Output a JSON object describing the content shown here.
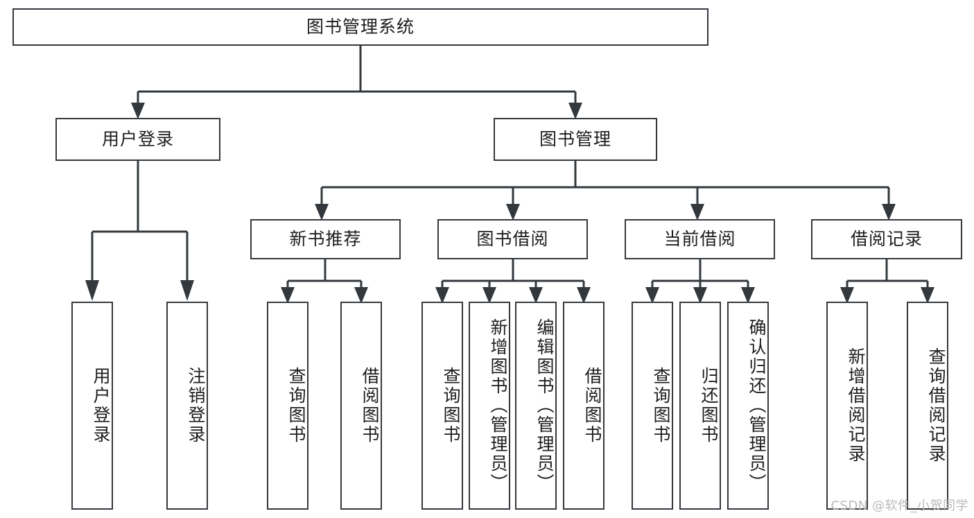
{
  "diagram": {
    "title": "图书管理系统",
    "watermark": "CSDN @软件_小贺同学",
    "accent_color": "#33383d",
    "background_color": "#ffffff",
    "text_color": "#1d1d1d",
    "root": {
      "id": "root",
      "label": "图书管理系统"
    },
    "level2": [
      {
        "id": "user-login",
        "label": "用户登录"
      },
      {
        "id": "book-manage",
        "label": "图书管理"
      }
    ],
    "level3": [
      {
        "id": "new-book-rec",
        "label": "新书推荐"
      },
      {
        "id": "book-borrow",
        "label": "图书借阅"
      },
      {
        "id": "current-borrow",
        "label": "当前借阅"
      },
      {
        "id": "borrow-record",
        "label": "借阅记录"
      }
    ],
    "leaves": {
      "user_login": [
        {
          "id": "leaf-user-login",
          "label": "用户登录"
        },
        {
          "id": "leaf-user-logout",
          "label": "注销登录"
        }
      ],
      "new_book_rec": [
        {
          "id": "leaf-query-book-1",
          "label": "查询图书"
        },
        {
          "id": "leaf-borrow-book-1",
          "label": "借阅图书"
        }
      ],
      "book_borrow": [
        {
          "id": "leaf-query-book-2",
          "label": "查询图书"
        },
        {
          "id": "leaf-add-book",
          "label": "新增图书（管理员）"
        },
        {
          "id": "leaf-edit-book",
          "label": "编辑图书（管理员）"
        },
        {
          "id": "leaf-borrow-book-2",
          "label": "借阅图书"
        }
      ],
      "current_borrow": [
        {
          "id": "leaf-query-book-3",
          "label": "查询图书"
        },
        {
          "id": "leaf-return-book",
          "label": "归还图书"
        },
        {
          "id": "leaf-confirm-return",
          "label": "确认归还（管理员）"
        }
      ],
      "borrow_record": [
        {
          "id": "leaf-add-record",
          "label": "新增借阅记录"
        },
        {
          "id": "leaf-query-record",
          "label": "查询借阅记录"
        }
      ]
    }
  }
}
